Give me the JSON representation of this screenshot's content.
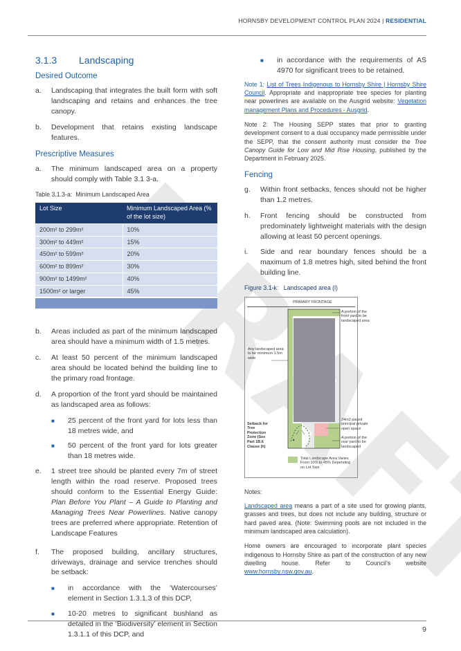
{
  "header": {
    "title": "HORNSBY DEVELOPMENT CONTROL PLAN 2024",
    "separator": " | ",
    "section": "RESIDENTIAL"
  },
  "watermark": "DRAFT",
  "page_number": "9",
  "section": {
    "number": "3.1.3",
    "title": "Landscaping"
  },
  "desired_outcome": {
    "heading": "Desired Outcome",
    "items": [
      {
        "marker": "a.",
        "text": "Landscaping that integrates the built form with soft landscaping and retains and enhances the tree canopy."
      },
      {
        "marker": "b.",
        "text": "Development that retains existing landscape features."
      }
    ]
  },
  "prescriptive": {
    "heading": "Prescriptive Measures",
    "item_a": {
      "marker": "a.",
      "text": "The minimum landscaped area on a property should comply with Table 3.1 3-a."
    },
    "table": {
      "caption_label": "Table 3.1.3-a:",
      "caption_title": "Minimum Landscaped Area",
      "col1": "Lot Size",
      "col2": "Minimum Landscaped Area (% of the lot size)",
      "rows": [
        {
          "lot": "200m² to 299m²",
          "pct": "10%"
        },
        {
          "lot": "300m² to 449m²",
          "pct": "15%"
        },
        {
          "lot": "450m² to 599m²",
          "pct": "20%"
        },
        {
          "lot": "600m² to 899m²",
          "pct": "30%"
        },
        {
          "lot": "900m² to 1499m²",
          "pct": "40%"
        },
        {
          "lot": "1500m² or larger",
          "pct": "45%"
        }
      ]
    },
    "item_b": {
      "marker": "b.",
      "text": "Areas included as part of the minimum landscaped area should have a minimum width of 1.5 metres."
    },
    "item_c": {
      "marker": "c.",
      "text": "At least 50 percent of the minimum landscaped area should be located behind the building line to the primary road frontage."
    },
    "item_d": {
      "marker": "d.",
      "text": "A proportion of the front yard should be maintained as landscaped area as follows:"
    },
    "item_d_bullets": [
      "25 percent of the front yard for lots less than 18 metres wide, and",
      "50 percent of the front yard for lots greater than 18 metres wide."
    ],
    "item_e": {
      "marker": "e.",
      "text_1": "1 street tree should be planted every 7m of street length within the road reserve. Proposed trees should conform to the Essential Energy Guide: ",
      "text_italic": "Plan Before You Plant – A Guide to Planting and Managing Trees Near Powerlines",
      "text_2": ". Native canopy trees are preferred where appropriate.  Retention of Landscape Features"
    },
    "item_f": {
      "marker": "f.",
      "text": "The proposed building, ancillary structures, driveways, drainage and service trenches should be setback:"
    },
    "item_f_bullets": [
      "in accordance with the ‘Watercourses’ element in Section 1.3.1.3 of this DCP,",
      "10-20 metres to significant bushland as detailed in the ‘Biodiversity’ element in Section 1.3.1.1 of this DCP, and",
      "in accordance with the requirements of AS 4970 for significant trees to be retained."
    ]
  },
  "notes_right": {
    "note1_a": "Note 1: ",
    "note1_link1": "List of Trees Indigenous to Hornsby Shire | Hornsby Shire Council",
    "note1_b": ". Appropriate and inappropriate tree species for planting near powerlines are available on the Ausgrid website: ",
    "note1_link2": "Vegetation management Plans and Procedures - Ausgrid",
    "note1_c": ".",
    "note2_a": "Note 2: The Housing SEPP states that prior to granting development consent to a dual occupancy made permissible under the SEPP, that the consent authority must consider the ",
    "note2_italic": "Tree Canopy Guide for Low and Mid Rise Housing",
    "note2_b": ", published by the Department in February 2025."
  },
  "fencing": {
    "heading": "Fencing",
    "items": [
      {
        "marker": "g.",
        "text": "Within front setbacks, fences should not be higher than 1.2 metres."
      },
      {
        "marker": "h.",
        "text": "Front fencing should be constructed from predominately lightweight materials with the design allowing at least 50 percent openings."
      },
      {
        "marker": "i.",
        "text": "Side and rear boundary fences should be a maximum of 1.8 metres high, sited behind the front building line."
      }
    ]
  },
  "figure": {
    "label": "Figure 3.1-k:",
    "title": "Landscaped area (l)",
    "primary_frontage": "PRIMARY FRONTAGE",
    "front_yard_label": "A portion of the front yard to be landscaped area",
    "min_width_label": "Any landscaped area to be minimum 1.5m wide",
    "paved_label": "24m2 paved principal private open space",
    "rear_yard_label": "A portion of the rear yard to be landscaped",
    "setback_label": "Setback for Tree Protection Zone (See Part 1B.6 Clause (h)",
    "legend_label": "Total Landscape Area Varies From 10% to 45% Depending on Lot Size",
    "colors": {
      "landscape": "#b5cf8c",
      "building": "#8f8e99",
      "paved": "#f2b8b6"
    }
  },
  "notes_bottom": {
    "heading": "Notes:",
    "def_term": "Landscaped area",
    "def_text": " means a part of a site used for growing plants, grasses and trees, but does not include any building, structure or hard paved area. (Note: Swimming pools are not included in the minimum landscaped area calculation).",
    "home_text": "Home owners are encouraged to incorporate plant species indigenous to Hornsby Shire as part of the construction of any new dwelling house. Refer to Council’s website ",
    "home_link": "www.hornsby.nsw.gov.au",
    "home_end": "."
  }
}
